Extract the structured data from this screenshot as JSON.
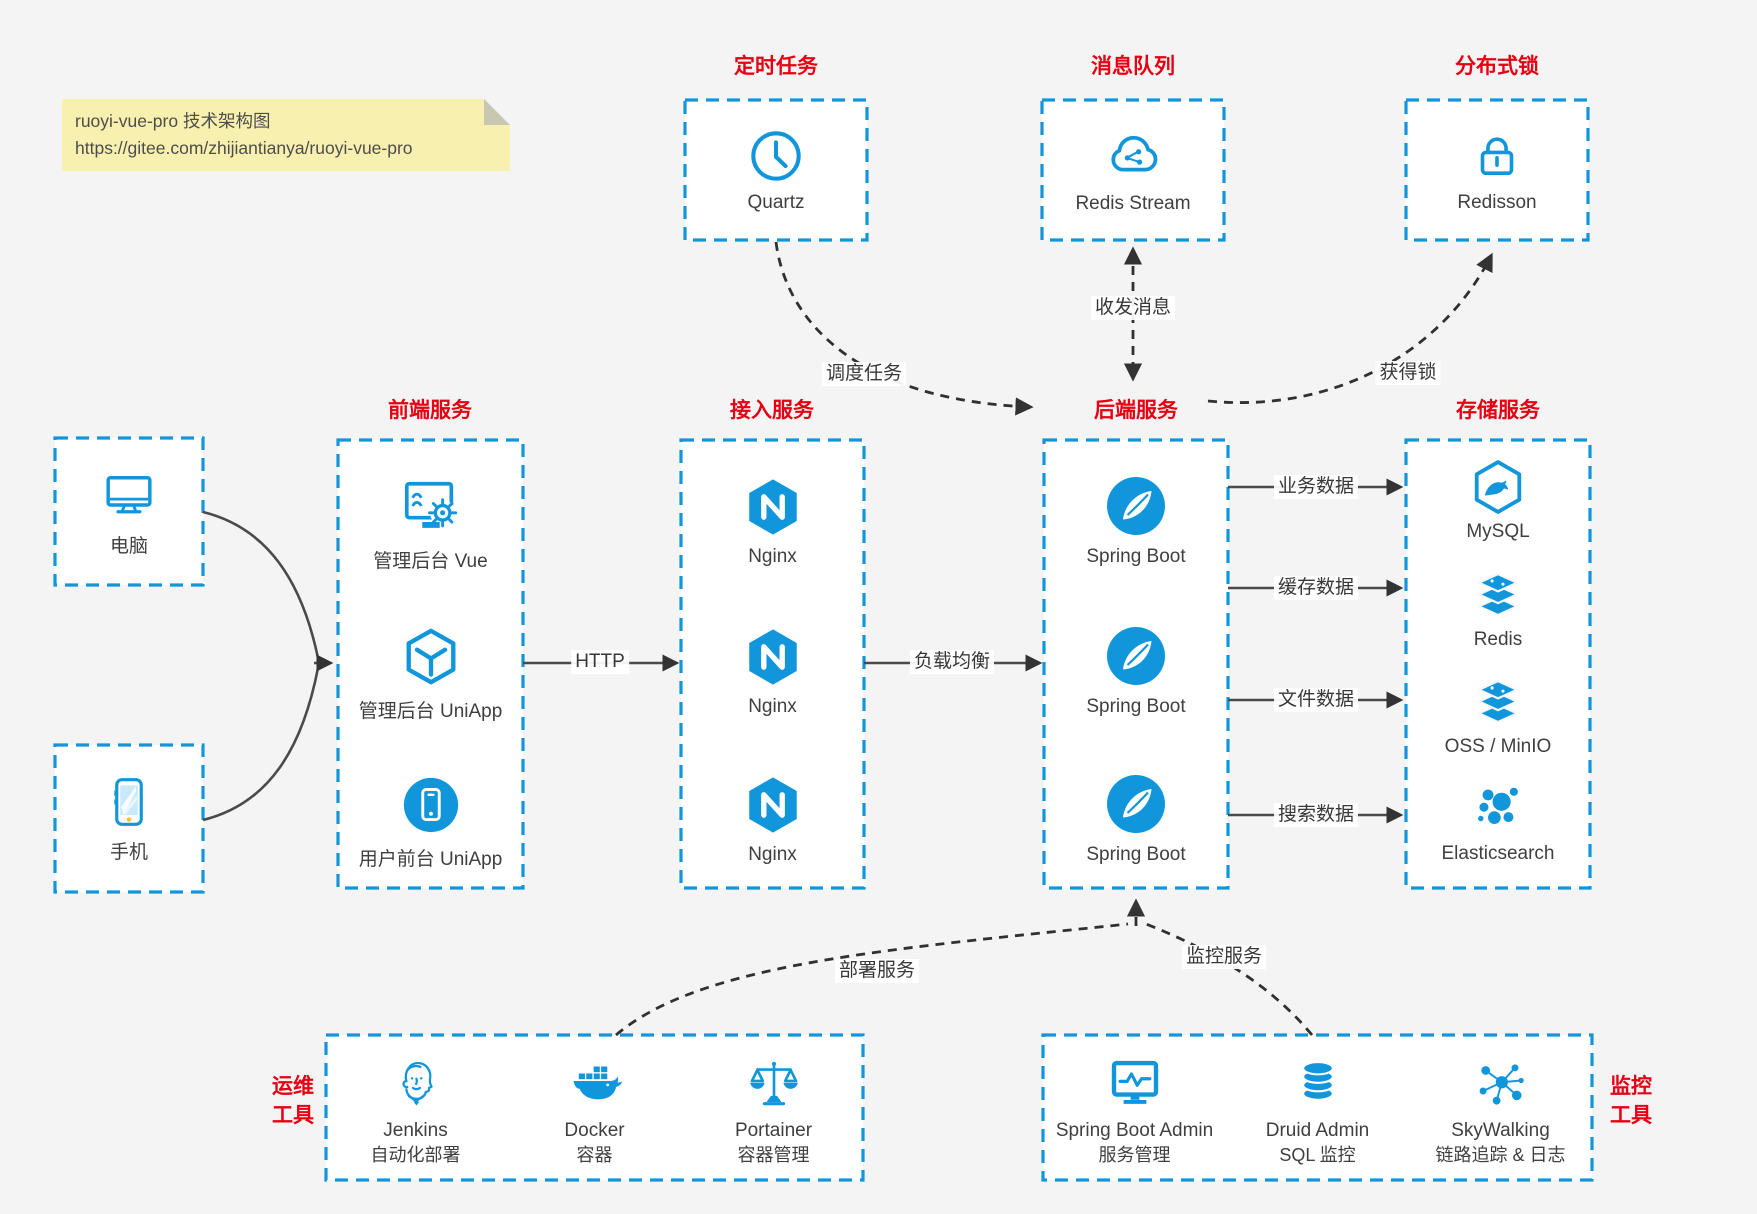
{
  "note": {
    "line1": "ruoyi-vue-pro 技术架构图",
    "line2": "https://gitee.com/zhijiantianya/ruoyi-vue-pro"
  },
  "colors": {
    "accent": "#1296db",
    "title_red": "#e60012",
    "arrow": "#3a3a3a",
    "canvas": "#f4f4f5"
  },
  "top": [
    {
      "title": "定时任务",
      "label": "Quartz",
      "icon": "clock-icon"
    },
    {
      "title": "消息队列",
      "label": "Redis Stream",
      "icon": "cloud-stream-icon"
    },
    {
      "title": "分布式锁",
      "label": "Redisson",
      "icon": "lock-icon"
    }
  ],
  "clients": [
    {
      "label": "电脑",
      "icon": "computer-icon"
    },
    {
      "label": "手机",
      "icon": "phone-icon"
    }
  ],
  "frontend": {
    "title": "前端服务",
    "items": [
      {
        "label": "管理后台 Vue"
      },
      {
        "label": "管理后台 UniApp"
      },
      {
        "label": "用户前台 UniApp"
      }
    ]
  },
  "access": {
    "title": "接入服务",
    "items": [
      {
        "label": "Nginx"
      },
      {
        "label": "Nginx"
      },
      {
        "label": "Nginx"
      }
    ]
  },
  "backend": {
    "title": "后端服务",
    "items": [
      {
        "label": "Spring Boot"
      },
      {
        "label": "Spring Boot"
      },
      {
        "label": "Spring Boot"
      }
    ]
  },
  "storage": {
    "title": "存储服务",
    "items": [
      {
        "label": "MySQL"
      },
      {
        "label": "Redis"
      },
      {
        "label": "OSS / MinIO"
      },
      {
        "label": "Elasticsearch"
      }
    ]
  },
  "ops": {
    "title_line1": "运维",
    "title_line2": "工具",
    "items": [
      {
        "name": "Jenkins",
        "desc": "自动化部署"
      },
      {
        "name": "Docker",
        "desc": "容器"
      },
      {
        "name": "Portainer",
        "desc": "容器管理"
      }
    ]
  },
  "monitoring": {
    "title_line1": "监控",
    "title_line2": "工具",
    "items": [
      {
        "name": "Spring Boot Admin",
        "desc": "服务管理"
      },
      {
        "name": "Druid Admin",
        "desc": "SQL 监控"
      },
      {
        "name": "SkyWalking",
        "desc": "链路追踪 & 日志"
      }
    ]
  },
  "edges": {
    "http": "HTTP",
    "load_balance": "负载均衡",
    "schedule": "调度任务",
    "messages": "收发消息",
    "acquire_lock": "获得锁",
    "business_data": "业务数据",
    "cache_data": "缓存数据",
    "file_data": "文件数据",
    "search_data": "搜索数据",
    "deploy": "部署服务",
    "monitor": "监控服务"
  }
}
